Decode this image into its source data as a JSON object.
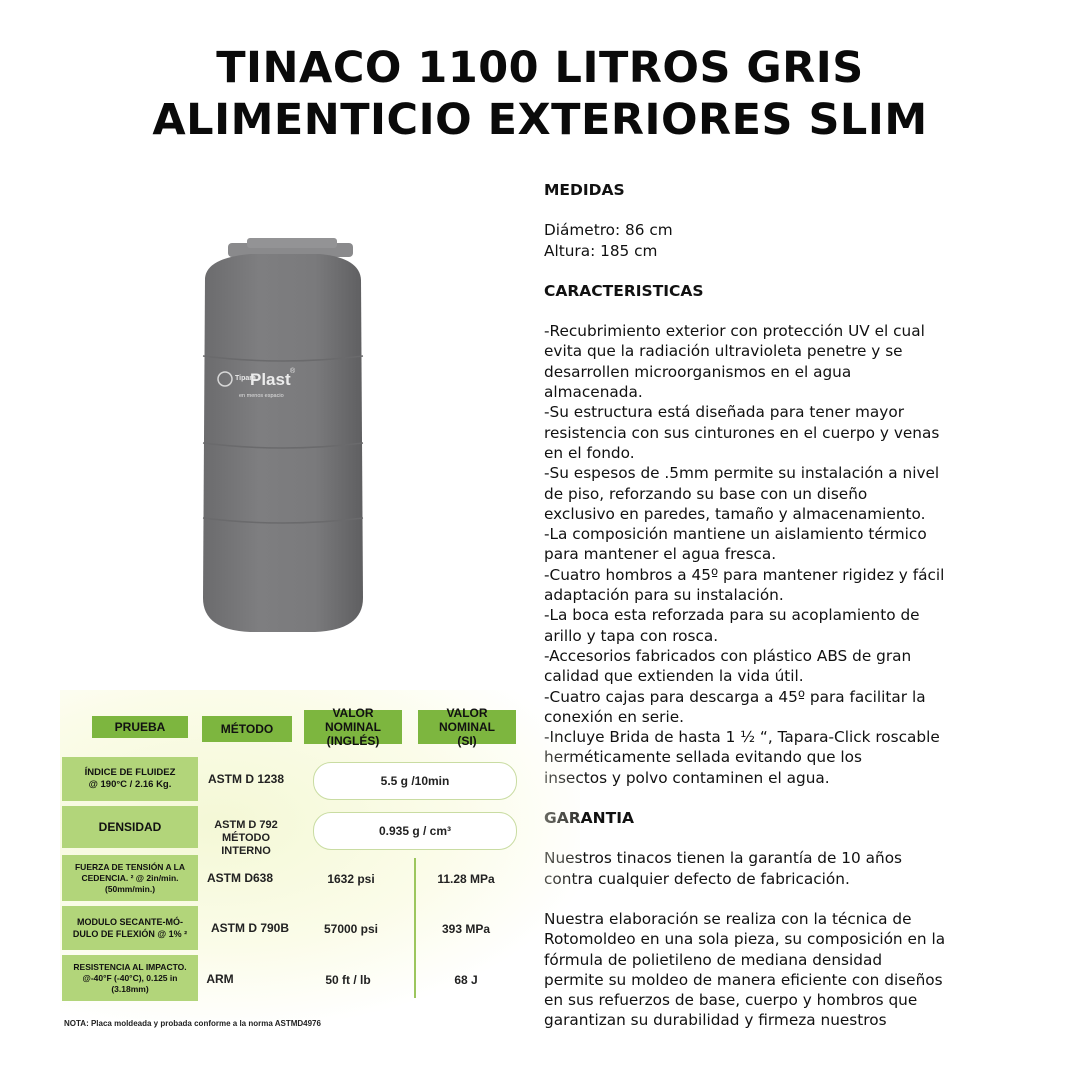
{
  "title": {
    "line1": "TINACO 1100 LITROS GRIS",
    "line2": "ALIMENTICIO EXTERIORES SLIM"
  },
  "tank": {
    "logo_small": "Tipara",
    "logo_brand": "Plast",
    "logo_tagline": "en menos espacio",
    "logo_mark": "®",
    "color": "#7c7c7e"
  },
  "medidas": {
    "heading": "MEDIDAS",
    "diametro": "Diámetro: 86 cm",
    "altura": "Altura: 185 cm"
  },
  "caracteristicas": {
    "heading": "CARACTERISTICAS",
    "lines": [
      "-Recubrimiento exterior con protección UV el cual",
      "evita que la radiación ultravioleta penetre y se",
      "desarrollen microorganismos en el agua",
      "almacenada.",
      "-Su estructura está diseñada para tener mayor",
      "resistencia con sus cinturones en el cuerpo y venas",
      "en el fondo.",
      "-Su espesos de .5mm permite su instalación a nivel",
      "de piso, reforzando su base con un diseño",
      "exclusivo en paredes, tamaño y almacenamiento.",
      "-La composición mantiene un aislamiento térmico",
      "para mantener el agua fresca.",
      "-Cuatro hombros a 45º para mantener rigidez y fácil",
      "adaptación para su instalación.",
      "-La boca esta reforzada para su acoplamiento de",
      "arillo y tapa con rosca.",
      "-Accesorios fabricados con plástico ABS de gran",
      "calidad que extienden la vida útil.",
      "-Cuatro cajas para descarga a 45º para facilitar la",
      "conexión en serie.",
      "-Incluye Brida de hasta 1 ½ “, Tapara-Click roscable",
      "herméticamente sellada evitando que los",
      "insectos y polvo contaminen el agua."
    ]
  },
  "garantia": {
    "heading": "GARANTIA",
    "para1": [
      "Nuestros tinacos tienen la garantía de 10 años",
      "contra cualquier defecto de fabricación."
    ],
    "para2": [
      "Nuestra elaboración se realiza con la técnica de",
      "Rotomoldeo en una sola pieza, su composición en la",
      "fórmula de polietileno de mediana densidad",
      "permite su moldeo de manera eficiente con diseños",
      "en sus refuerzos de base, cuerpo y hombros que",
      "garantizan su durabilidad y firmeza nuestros"
    ]
  },
  "table": {
    "headers": {
      "prueba": "PRUEBA",
      "metodo": "MÉTODO",
      "ingles_1": "VALOR NOMINAL",
      "ingles_2": "(INGLÉS)",
      "si_1": "VALOR NOMINAL",
      "si_2": "(SI)"
    },
    "rows": [
      {
        "label": [
          "ÍNDICE DE FLUIDEZ",
          "@ 190°C / 2.16 Kg."
        ],
        "method": [
          "ASTM D 1238"
        ],
        "value_merged": "5.5 g /10min"
      },
      {
        "label": [
          "DENSIDAD"
        ],
        "method": [
          "ASTM D 792",
          "MÉTODO INTERNO"
        ],
        "value_merged": "0.935 g / cm³"
      },
      {
        "label": [
          "FUERZA DE TENSIÓN A LA",
          "CEDENCIA. ² @ 2in/min.",
          "(50mm/min.)"
        ],
        "method": [
          "ASTM D638"
        ],
        "value_en": "1632 psi",
        "value_si": "11.28 MPa"
      },
      {
        "label": [
          "MODULO SECANTE-MÓ-",
          "DULO DE FLEXIÓN @ 1% ²"
        ],
        "method": [
          "ASTM D 790B"
        ],
        "value_en": "57000 psi",
        "value_si": "393 MPa"
      },
      {
        "label": [
          "RESISTENCIA AL IMPACTO.",
          "@-40°F (-40°C), 0.125 in",
          "(3.18mm)"
        ],
        "method": [
          "ARM"
        ],
        "value_en": "50 ft / lb",
        "value_si": "68 J"
      }
    ],
    "note": "NOTA: Placa moldeada y probada conforme a la norma ASTMD4976",
    "colors": {
      "header": "#7db63f",
      "label": "#b2d57a",
      "border": "#c9dca2"
    }
  }
}
